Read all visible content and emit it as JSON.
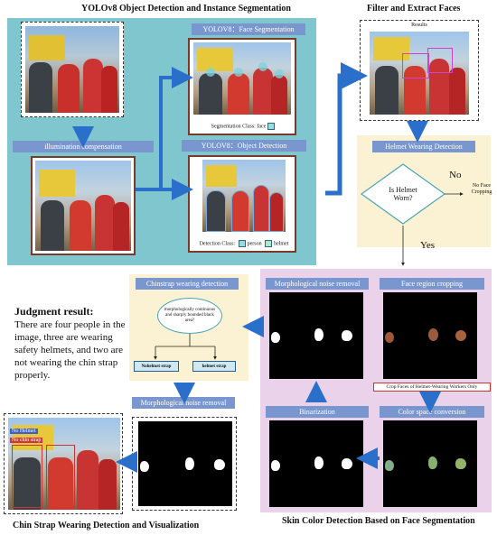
{
  "titles": {
    "yolo": "YOLOv8 Object Detection and Instance Segmentation",
    "filter": "Filter and Extract Faces",
    "skin": "Skin Color Detection Based on Face Segmentation",
    "chin": "Chin Strap Wearing Detection  and Visualization"
  },
  "headers": {
    "illumination": "illumination compensation",
    "face_seg": "YOLOV8：Face Segmentation",
    "obj_det": "YOLOV8：Object Detection",
    "helmet_det": "Helmet Wearing Detection",
    "chinstrap": "Chinstrap wearing detection",
    "morph_left": "Morphological noise removal",
    "morph_right": "Morphological noise removal",
    "face_crop": "Face region cropping",
    "binarization": "Binarization",
    "color_space": "Color space conversion"
  },
  "labels": {
    "seg_class": "Segmentation Class:  face",
    "det_class_prefix": "Detection Class:",
    "det_person": "person",
    "det_helmet": "helmet",
    "results": "Results",
    "decision": "Is Helmet Worn?",
    "no": "No",
    "yes": "Yes",
    "no_face": "No Face Cropping",
    "chin_question": "morphologically continuous and sharply bounded black area?",
    "no_helmet_strap": "Nohelmet strap",
    "helmet_strap": "helmet strap",
    "crop_note": "Crop Faces of Helmet-Wearing Workers Only",
    "vis_tag1": "No Helmet",
    "vis_tag2": "No chin strap"
  },
  "judgment": {
    "heading": "Judgment result:",
    "text": "There are four people in the image, three are wearing safety helmets, and two are not wearing the chin strap properly."
  },
  "colors": {
    "teal": "#7fc6cf",
    "yellow": "#fbf1d3",
    "pink": "#ead3ea",
    "header_blue": "#7a96cf",
    "arrow_blue": "#2a6fc9"
  }
}
